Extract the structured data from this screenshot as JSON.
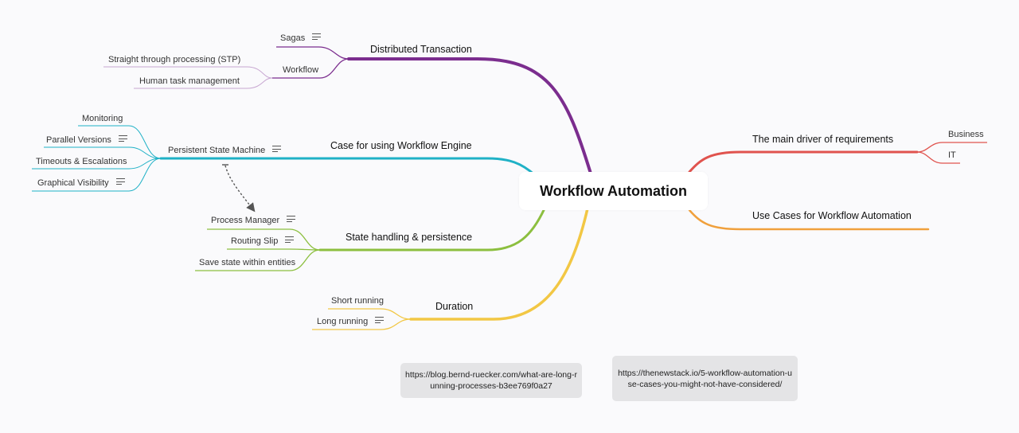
{
  "central": "Workflow Automation",
  "branches": {
    "distributed": {
      "label": "Distributed Transaction",
      "sagas": "Sagas",
      "workflow": "Workflow",
      "stp": "Straight through processing (STP)",
      "human": "Human task management"
    },
    "engine": {
      "label": "Case for using Workflow Engine",
      "psm": "Persistent State Machine",
      "monitoring": "Monitoring",
      "parallel": "Parallel Versions",
      "timeouts": "Timeouts & Escalations",
      "graphical": "Graphical Visibility"
    },
    "state": {
      "label": "State handling & persistence",
      "process_manager": "Process Manager",
      "routing_slip": "Routing Slip",
      "save_state": "Save state within entities"
    },
    "duration": {
      "label": "Duration",
      "short": "Short running",
      "long": "Long running"
    },
    "drivers": {
      "label": "The main driver of requirements",
      "business": "Business",
      "it": "IT"
    },
    "usecases": {
      "label": "Use Cases for Workflow Automation"
    }
  },
  "links": {
    "ruecker": "https://blog.bernd-ruecker.com/what-are-long-running-processes-b3ee769f0a27",
    "newstack": "https://thenewstack.io/5-workflow-automation-use-cases-you-might-not-have-considered/"
  },
  "colors": {
    "purple": "#7b2d8e",
    "teal": "#1fb1c6",
    "green": "#8cbf3f",
    "yellow": "#f2c744",
    "red": "#e0534e",
    "orange": "#f0a03c"
  }
}
